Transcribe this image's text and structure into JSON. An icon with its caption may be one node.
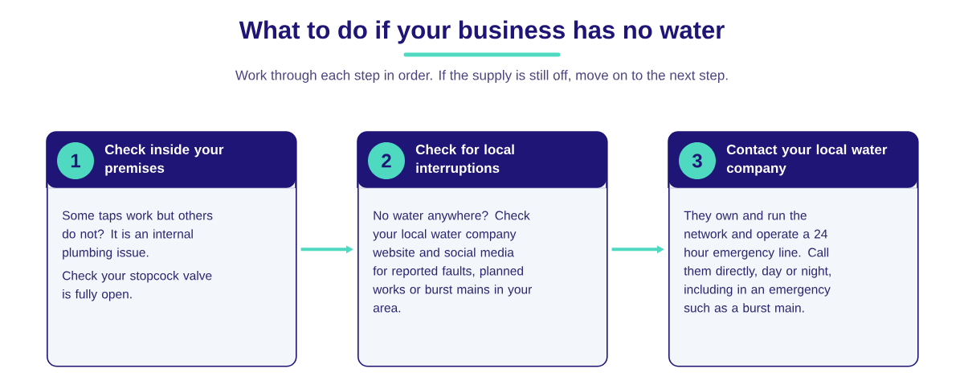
{
  "diagram": {
    "title": "What to do if your business has no water",
    "caption": "Work through each step in order. If the supply is still off, move on to the next step.",
    "nodes": [
      {
        "text": [
          "Check inside your premises",
          "Some taps work but others do not? It is an internal plumbing issue.",
          "Check your stopcock valve is fully open."
        ]
      },
      {
        "text": [
          "1"
        ],
        "in": 0
      },
      {
        "text": [
          "Check for local interruptions",
          "No water anywhere? Check your local water company website and social media for reported faults, planned works or burst mains in your area."
        ]
      },
      {
        "text": [
          "2"
        ],
        "in": 2
      },
      {
        "text": [
          "Contact your local water company",
          "They own and run the network and operate a 24 hour emergency line. Call them directly, day or night, including in an emergency such as a burst main."
        ]
      },
      {
        "text": [
          "3"
        ],
        "in": 4
      }
    ],
    "edges": [
      {
        "from": 0,
        "to": 2,
        "arrow": "to"
      },
      {
        "from": 2,
        "to": 4,
        "arrow": "to"
      }
    ]
  }
}
